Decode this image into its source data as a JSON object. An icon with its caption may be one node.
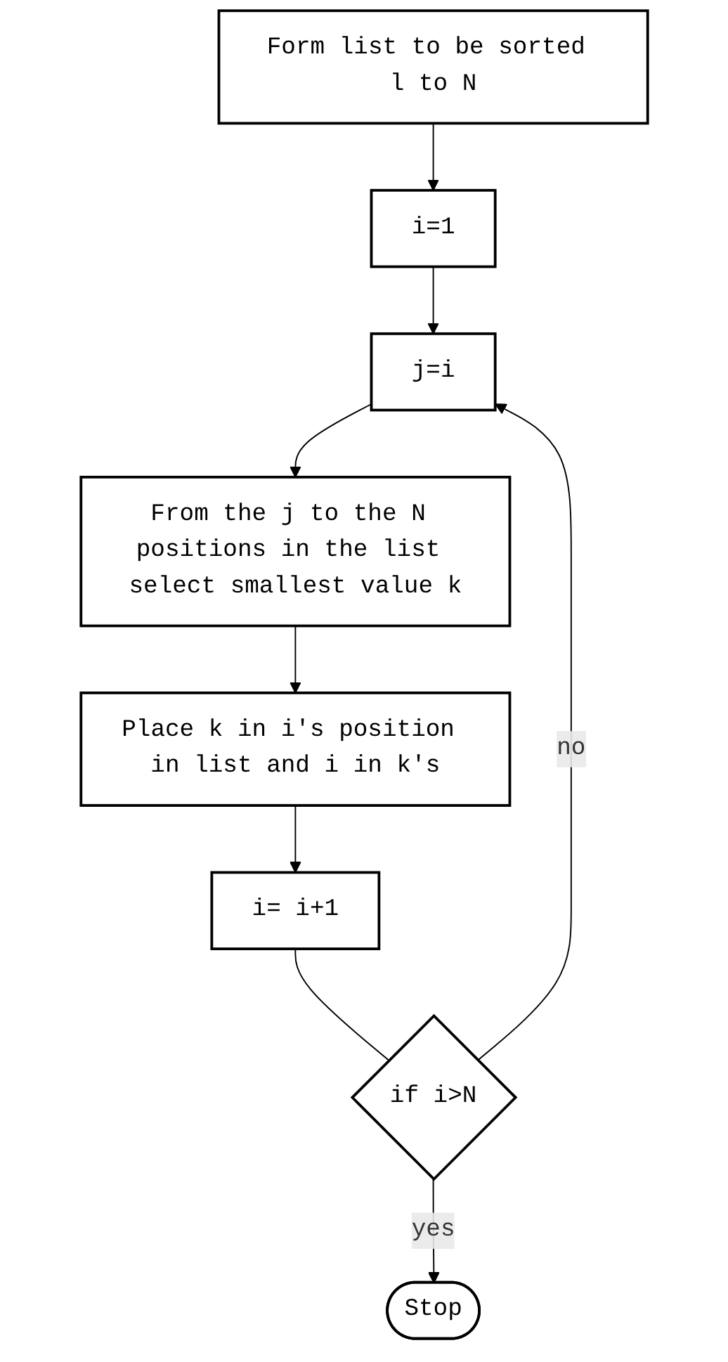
{
  "diagram": {
    "nodes": [
      {
        "text": [
          "Form list to be sorted l to N"
        ]
      },
      {
        "text": [
          "i=1"
        ]
      },
      {
        "text": [
          "j=i"
        ]
      },
      {
        "text": [
          "From the j to the N positions in the list select smallest value k"
        ]
      },
      {
        "text": [
          "Place k in i's position in list and i in k's"
        ]
      },
      {
        "text": [
          "i= i+1"
        ]
      },
      {
        "text": [
          "if i>N"
        ]
      },
      {
        "text": [
          "Stop"
        ]
      }
    ],
    "edges": [
      {
        "from": 0,
        "to": 1,
        "arrow": "to"
      },
      {
        "from": 1,
        "to": 2,
        "arrow": "to"
      },
      {
        "from": 2,
        "to": 3,
        "arrow": "to"
      },
      {
        "from": 3,
        "to": 4,
        "arrow": "to"
      },
      {
        "from": 4,
        "to": 5,
        "arrow": "to"
      },
      {
        "from": 5,
        "to": 6,
        "arrow": "none"
      },
      {
        "from": 6,
        "to": 2,
        "label": "no",
        "arrow": "to"
      },
      {
        "from": 6,
        "to": 7,
        "label": "yes",
        "arrow": "to"
      }
    ]
  }
}
